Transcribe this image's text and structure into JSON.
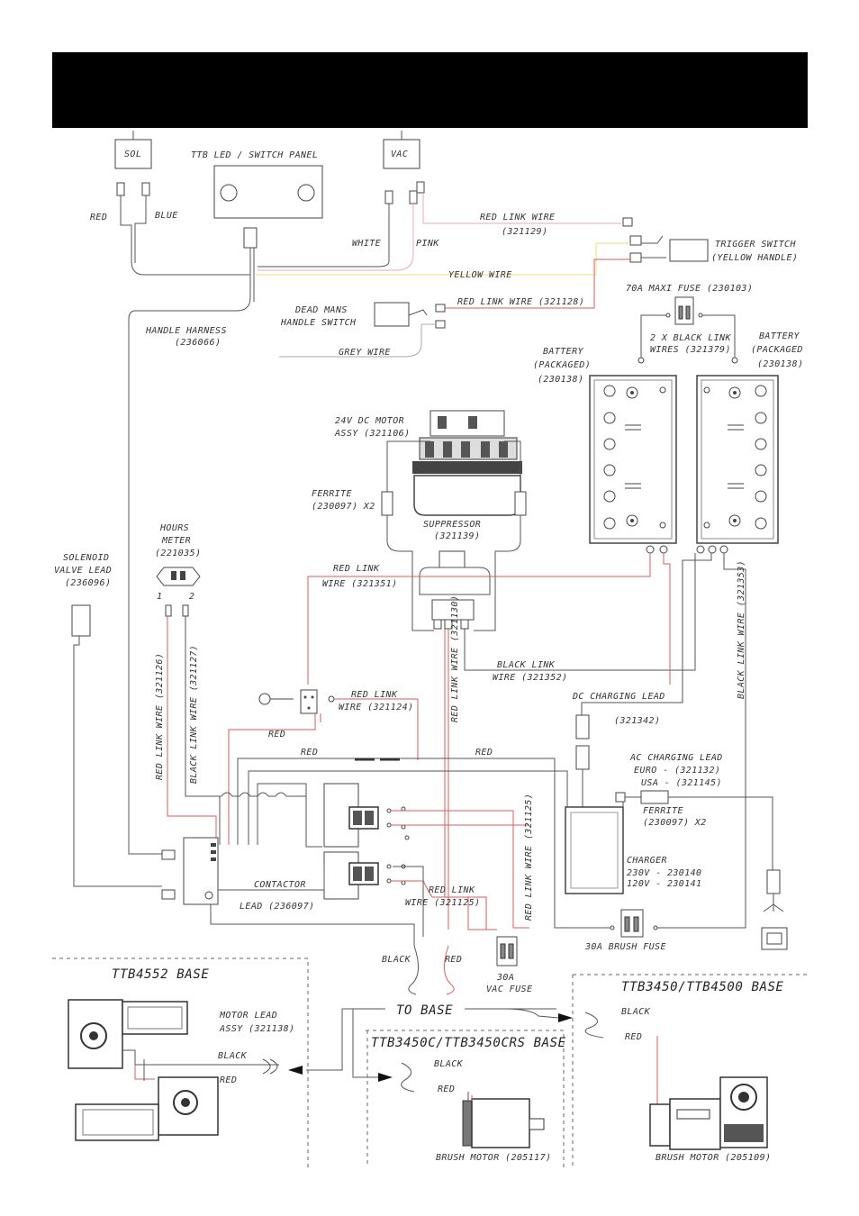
{
  "header": {
    "title": ""
  },
  "labels": {
    "sol": "SOL",
    "vac": "VAC",
    "led_panel": "TTB LED / SWITCH PANEL",
    "red": "RED",
    "blue": "BLUE",
    "white": "WHITE",
    "pink": "PINK",
    "red_link_wire_321129": "RED LINK WIRE",
    "code_321129": "(321129)",
    "trigger_switch_1": "TRIGGER SWITCH",
    "trigger_switch_2": "(YELLOW HANDLE)",
    "yellow_wire": "YELLOW WIRE",
    "red_link_wire_321128": "RED LINK WIRE (321128)",
    "maxi_fuse": "70A MAXI FUSE (230103)",
    "dead_mans_1": "DEAD MANS",
    "dead_mans_2": "HANDLE SWITCH",
    "handle_harness_1": "HANDLE HARNESS",
    "handle_harness_2": "(236066)",
    "grey_wire": "GREY WIRE",
    "black_links_1": "2 X BLACK LINK",
    "black_links_2": "WIRES (321379)",
    "battery_l_1": "BATTERY",
    "battery_l_2": "(PACKAGED)",
    "battery_l_3": "(230138)",
    "battery_r_1": "BATTERY",
    "battery_r_2": "(PACKAGED",
    "battery_r_3": "(230138)",
    "motor_1": "24V DC MOTOR",
    "motor_2": "ASSY (321106)",
    "ferrite_1": "FERRITE",
    "ferrite_2": "(230097) X2",
    "suppressor_1": "SUPPRESSOR",
    "suppressor_2": "(321139)",
    "hours_1": "HOURS",
    "hours_2": "METER",
    "hours_3": "(221035)",
    "pin1": "1",
    "pin2": "2",
    "solenoid_1": "SOLENOID",
    "solenoid_2": "VALVE LEAD",
    "solenoid_3": "(236096)",
    "red_link_321351_1": "RED LINK",
    "red_link_321351_2": "WIRE (321351)",
    "red_link_321126": "RED LINK WIRE (321126)",
    "black_link_321127": "BLACK LINK WIRE (321127)",
    "red_link_321130": "RED LINK WIRE (321130)",
    "black_link_321352_1": "BLACK LINK",
    "black_link_321352_2": "WIRE (321352)",
    "black_link_321353": "BLACK LINK WIRE (321353)",
    "red_link_321124_1": "RED LINK",
    "red_link_321124_2": "WIRE (321124)",
    "dc_lead": "DC CHARGING LEAD",
    "dc_lead_code": "(321342)",
    "red_a": "RED",
    "red_b": "RED",
    "red_c": "RED",
    "ac_lead_1": "AC CHARGING LEAD",
    "ac_lead_2": "EURO - (321132)",
    "ac_lead_3": "USA - (321145)",
    "ferrite_b_1": "FERRITE",
    "ferrite_b_2": "(230097) X2",
    "charger_1": "CHARGER",
    "charger_2": "230V - 230140",
    "charger_3": "120V - 230141",
    "contactor_1": "CONTACTOR",
    "contactor_2": "LEAD (236097)",
    "red_link_321125_1": "RED LINK",
    "red_link_321125_2": "WIRE (321125)",
    "red_link_321125_v": "RED LINK WIRE (321125)",
    "brush_fuse": "30A BRUSH FUSE",
    "vac_fuse_1": "30A",
    "vac_fuse_2": "VAC FUSE",
    "black_d": "BLACK",
    "red_d": "RED",
    "ttb4552": "TTB4552 BASE",
    "motor_lead_1": "MOTOR LEAD",
    "motor_lead_2": "ASSY (321138)",
    "black_e": "BLACK",
    "red_e": "RED",
    "to_base": "TO BASE",
    "ttb3450c": "TTB3450C/TTB3450CRS BASE",
    "black_f": "BLACK",
    "red_f": "RED",
    "brush_motor_117": "BRUSH MOTOR (205117)",
    "ttb3450": "TTB3450/TTB4500  BASE",
    "black_g": "BLACK",
    "red_g": "RED",
    "brush_motor_109": "BRUSH MOTOR (205109)"
  },
  "colors": {
    "header": "#000000",
    "red_wire": "#e05a5a",
    "black_wire": "#555555",
    "yellow_wire": "#e8e27a",
    "pink_wire": "#f0a6c0"
  }
}
